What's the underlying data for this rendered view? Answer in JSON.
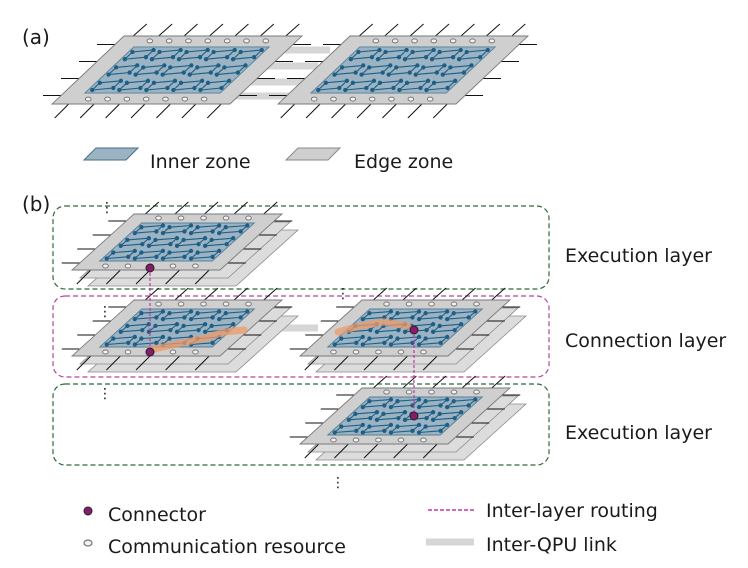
{
  "panels": {
    "a": "(a)",
    "b": "(b)"
  },
  "legend_top": {
    "inner_zone": "Inner zone",
    "edge_zone": "Edge zone"
  },
  "layers": {
    "execution_top": "Execution layer",
    "connection": "Connection layer",
    "execution_bottom": "Execution layer"
  },
  "legend_bottom": {
    "connector": "Connector",
    "communication_resource": "Communication resource",
    "inter_layer_routing": "Inter-layer routing",
    "inter_qpu_link": "Inter-QPU link"
  },
  "ellipsis": "⋮",
  "colors": {
    "edge_zone_fill": "#cfcfcf",
    "inner_zone_fill": "#9bb3c2",
    "qubit_blue": "#1f5f86",
    "connector": "#8a1a6e",
    "routing": "#c0399e",
    "inter_qpu_link": "#d6d6d6",
    "highlight": "#ee9b6a",
    "layer_box_green": "#2f6b3a",
    "layer_box_purple": "#b0499a"
  }
}
